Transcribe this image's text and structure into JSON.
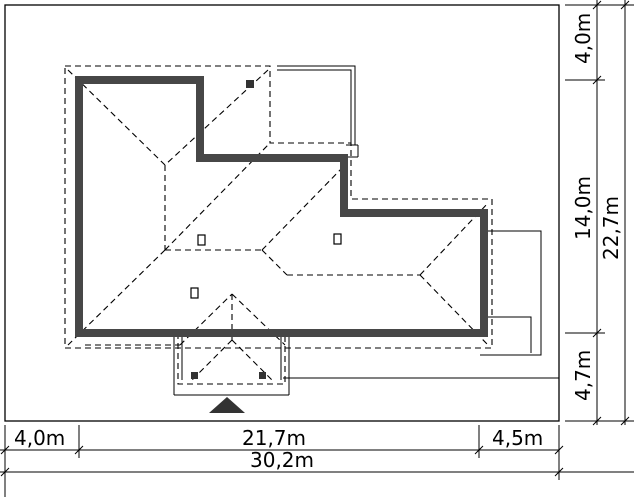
{
  "dimensions": {
    "bottom_left": "4,0m",
    "bottom_middle": "21,7m",
    "bottom_right": "4,5m",
    "bottom_total": "30,2m",
    "right_top": "4,0m",
    "right_middle": "14,0m",
    "right_bottom": "4,7m",
    "right_total": "22,7m"
  },
  "colors": {
    "wall": "#474747",
    "line": "#000000",
    "background": "#ffffff"
  }
}
